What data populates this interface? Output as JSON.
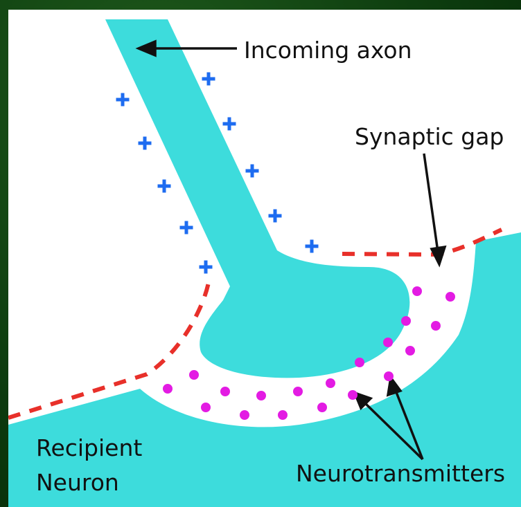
{
  "labels": {
    "incoming_axon": "Incoming axon",
    "synaptic_gap": "Synaptic gap",
    "recipient_neuron_line1": "Recipient",
    "recipient_neuron_line2": "Neuron",
    "neurotransmitters": "Neurotransmitters"
  },
  "colors": {
    "neuron_fill": "#3ddcdc",
    "positive_ion": "#1e6cf0",
    "neurotransmitter": "#e31be3",
    "membrane_dash": "#e8302a",
    "background_frame": "#0c3a0e",
    "panel": "#ffffff"
  },
  "icons": {
    "positive_ion": "plus-sign",
    "neurotransmitter": "dot"
  }
}
